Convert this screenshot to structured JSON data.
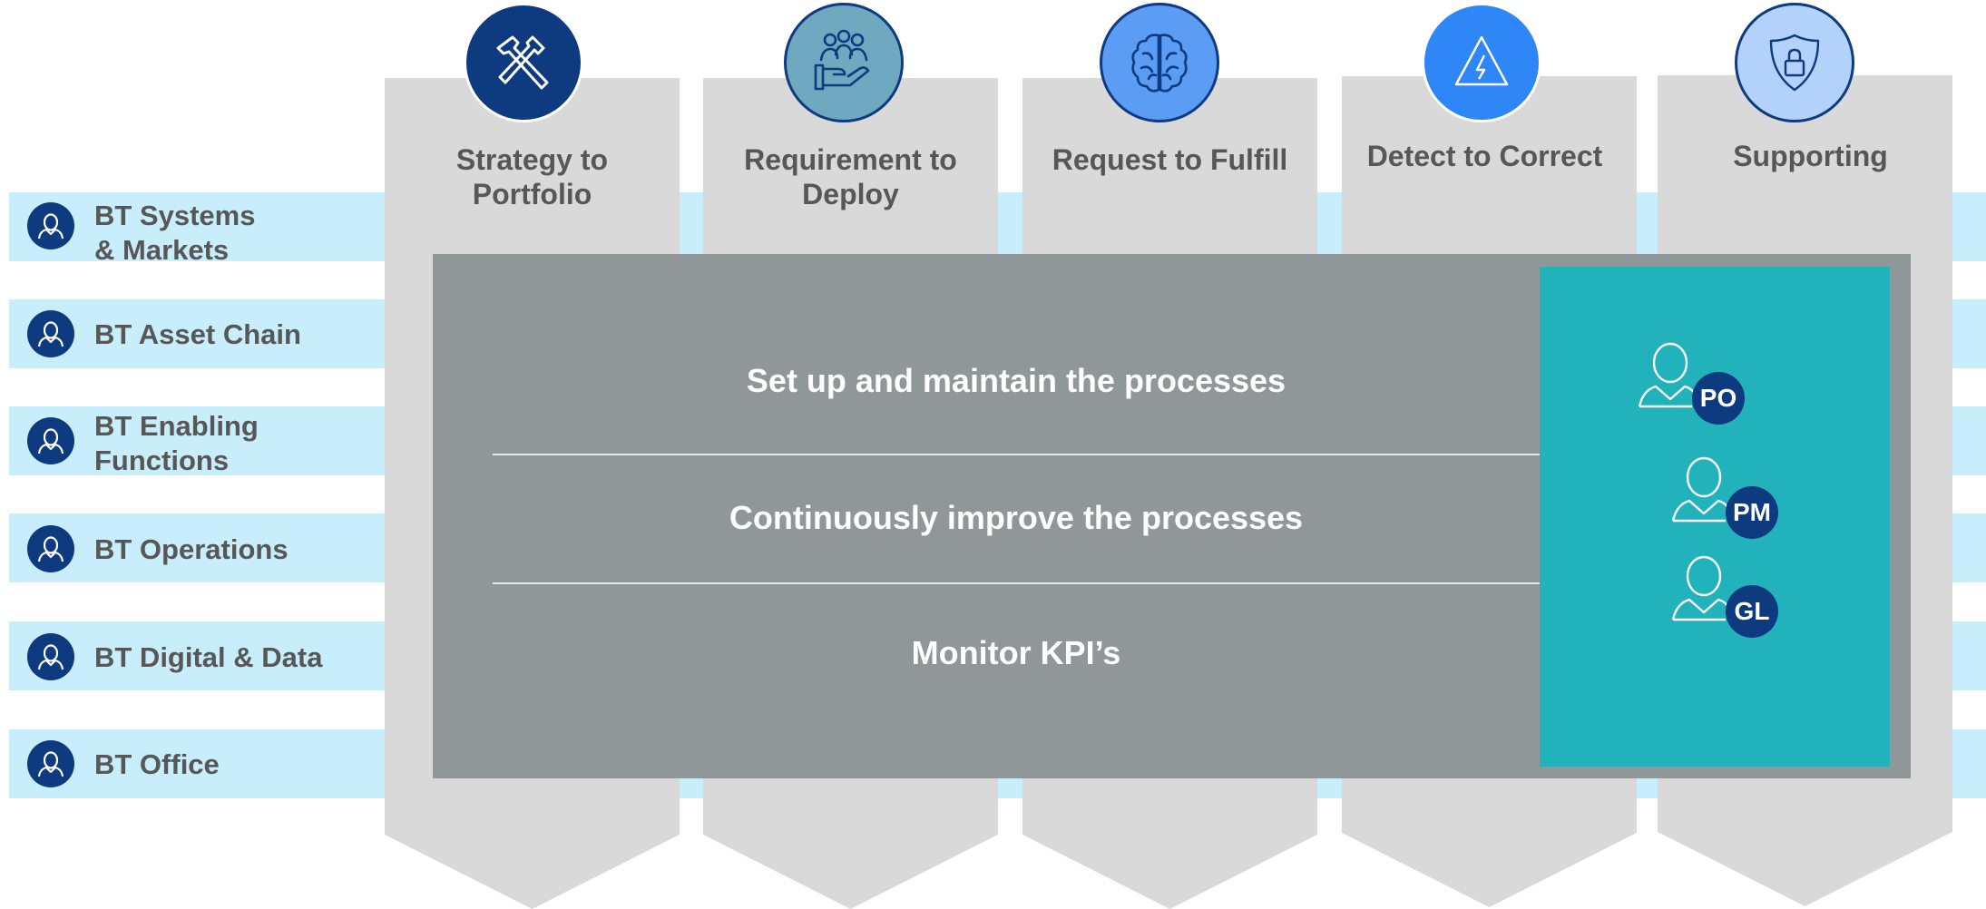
{
  "organizations": [
    {
      "label": "BT Systems\n& Markets",
      "icon": "person-icon"
    },
    {
      "label": "BT Asset Chain",
      "icon": "person-icon"
    },
    {
      "label": "BT Enabling\nFunctions",
      "icon": "person-icon"
    },
    {
      "label": "BT Operations",
      "icon": "person-icon"
    },
    {
      "label": "BT Digital & Data",
      "icon": "person-icon"
    },
    {
      "label": "BT Office",
      "icon": "person-icon"
    }
  ],
  "value_streams": [
    {
      "title": "Strategy to\nPortfolio",
      "icon": "tools-icon",
      "icon_color": "#0e3a80"
    },
    {
      "title": "Requirement to\nDeploy",
      "icon": "team-hand-icon",
      "icon_color": "#6fa9bf"
    },
    {
      "title": "Request to Fulfill",
      "icon": "brain-icon",
      "icon_color": "#5b9cf5"
    },
    {
      "title": "Detect to Correct",
      "icon": "warning-bolt-icon",
      "icon_color": "#2f86f6"
    },
    {
      "title": "Supporting",
      "icon": "shield-lock-icon",
      "icon_color": "#b3d2fb"
    }
  ],
  "process_tasks": [
    "Set up and maintain the processes",
    "Continuously improve the processes",
    "Monitor KPI’s"
  ],
  "roles": [
    "PO",
    "PM",
    "GL"
  ],
  "colors": {
    "band": "#c8eefb",
    "column": "#d9d9d9",
    "panel": "#8f9799",
    "teal": "#21b2bb",
    "navy": "#0e3a80",
    "text_gray": "#575757"
  }
}
